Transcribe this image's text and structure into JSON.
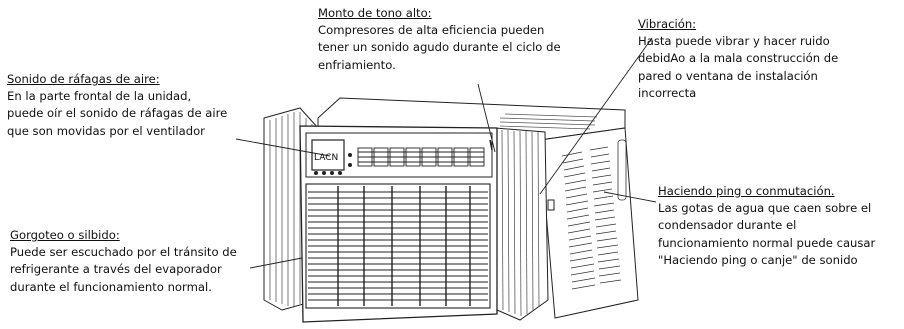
{
  "callouts": {
    "rafagas": {
      "title": "Sonido de ráfagas de aire:",
      "body": "En la parte frontal de la unidad,\npuede oír el sonido de ráfagas de aire\nque son movidas por el ventilador"
    },
    "tono_alto": {
      "title": "Monto de tono alto:",
      "body": "Compresores de alta eficiencia pueden\ntener un sonido agudo durante el ciclo de\nenfriamiento."
    },
    "vibracion": {
      "title": "Vibración:",
      "body": "  Hasta puede vibrar y hacer ruido\ndebidAo a la mala construcción de\npared o ventana de instalación\nincorrecta"
    },
    "ping": {
      "title": "Haciendo ping o conmutación.",
      "body": "Las gotas de agua que caen sobre el\ncondensador durante el\nfuncionamiento normal puede causar\n\"Haciendo ping o canje\" de sonido"
    },
    "gorgoteo": {
      "title": "Gorgoteo o silbido:",
      "body": "Puede ser escuchado por el tránsito de\nrefrigerante a través del evaporador\ndurante el funcionamiento normal."
    }
  },
  "display": {
    "readout": "LACN"
  }
}
